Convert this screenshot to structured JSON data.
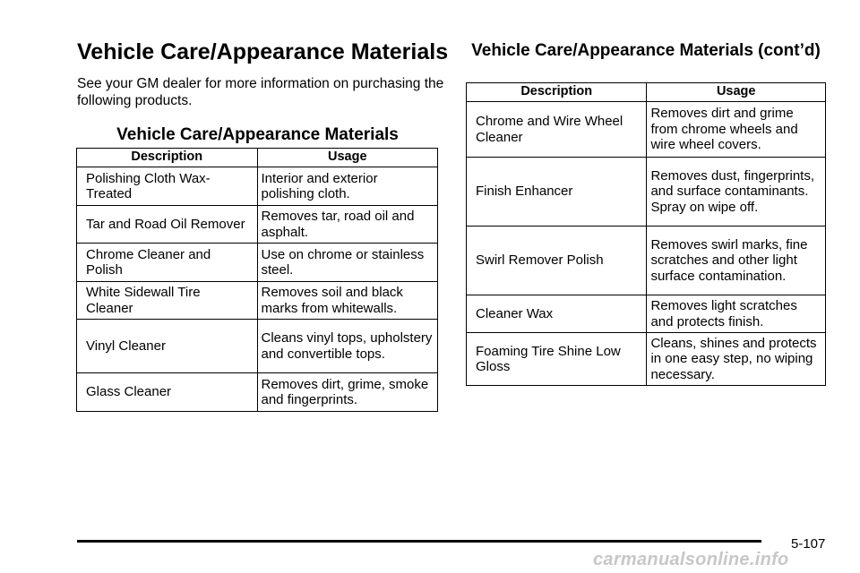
{
  "page": {
    "title": "Vehicle Care/Appearance Materials",
    "intro": "See your GM dealer for more information on purchasing the following products.",
    "page_number": "5-107",
    "watermark": "carmanualsonline.info"
  },
  "table_left": {
    "title": "Vehicle Care/Appearance Materials",
    "headers": [
      "Description",
      "Usage"
    ],
    "rows": [
      {
        "description": "Polishing Cloth Wax-Treated",
        "usage": "Interior and exterior polishing cloth."
      },
      {
        "description": "Tar and Road Oil Remover",
        "usage": "Removes tar, road oil and asphalt."
      },
      {
        "description": "Chrome Cleaner and Polish",
        "usage": "Use on chrome or stainless steel."
      },
      {
        "description": "White Sidewall Tire Cleaner",
        "usage": "Removes soil and black marks from whitewalls."
      },
      {
        "description": "Vinyl Cleaner",
        "usage": "Cleans vinyl tops, upholstery and convertible tops."
      },
      {
        "description": "Glass Cleaner",
        "usage": "Removes dirt, grime, smoke and fingerprints."
      }
    ]
  },
  "table_right": {
    "title": "Vehicle Care/Appearance Materials (cont’d)",
    "headers": [
      "Description",
      "Usage"
    ],
    "rows": [
      {
        "description": "Chrome and Wire Wheel Cleaner",
        "usage": "Removes dirt and grime from chrome wheels and wire wheel covers."
      },
      {
        "description": "Finish Enhancer",
        "usage": "Removes dust, fingerprints, and surface contaminants. Spray on wipe off."
      },
      {
        "description": "Swirl Remover Polish",
        "usage": "Removes swirl marks, fine scratches and other light surface contamination."
      },
      {
        "description": "Cleaner Wax",
        "usage": "Removes light scratches and protects finish."
      },
      {
        "description": "Foaming Tire Shine Low Gloss",
        "usage": "Cleans, shines and protects in one easy step, no wiping necessary."
      }
    ]
  }
}
